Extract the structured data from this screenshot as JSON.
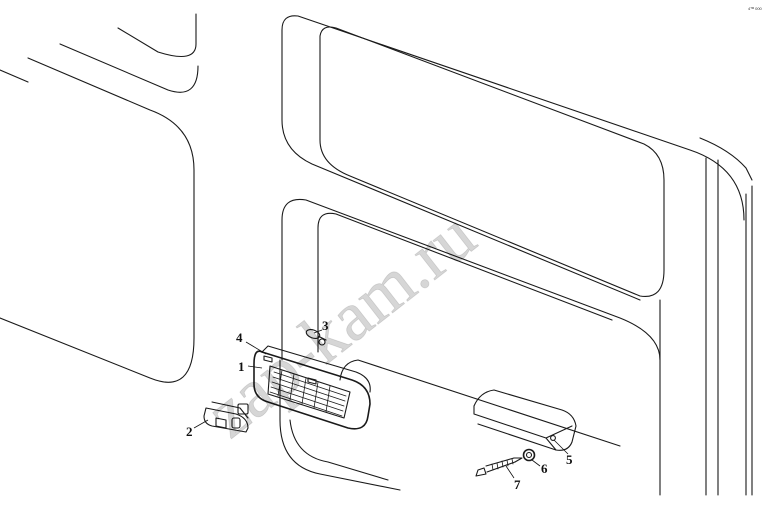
{
  "drawing_code": "4ᵀᴹ 000",
  "watermark": "zap-kam.ru",
  "callouts": {
    "p1": "1",
    "p2": "2",
    "p3": "3",
    "p4": "4",
    "p5": "5",
    "p6": "6",
    "p7": "7"
  }
}
